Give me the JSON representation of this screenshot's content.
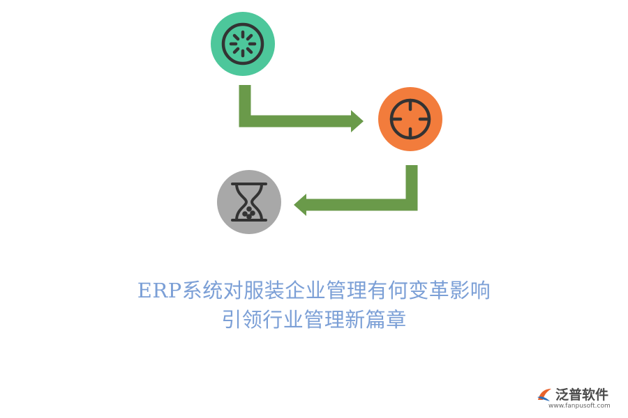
{
  "diagram": {
    "nodes": [
      {
        "id": "node-1",
        "icon": "loading-dial-icon",
        "color": "#4dc79b"
      },
      {
        "id": "node-2",
        "icon": "crosshair-target-icon",
        "color": "#f27c3c"
      },
      {
        "id": "node-3",
        "icon": "hourglass-icon",
        "color": "#a8a8a8"
      }
    ],
    "arrow_color": "#6a9a4a",
    "icon_color": "#333333"
  },
  "title": {
    "line1": "ERP系统对服装企业管理有何变革影响",
    "line2": "引领行业管理新篇章",
    "color": "#7b9fd6"
  },
  "brand": {
    "name": "泛普软件",
    "url": "www.fanpusoft.com",
    "logo_icon": "fanpu-logo-icon"
  }
}
